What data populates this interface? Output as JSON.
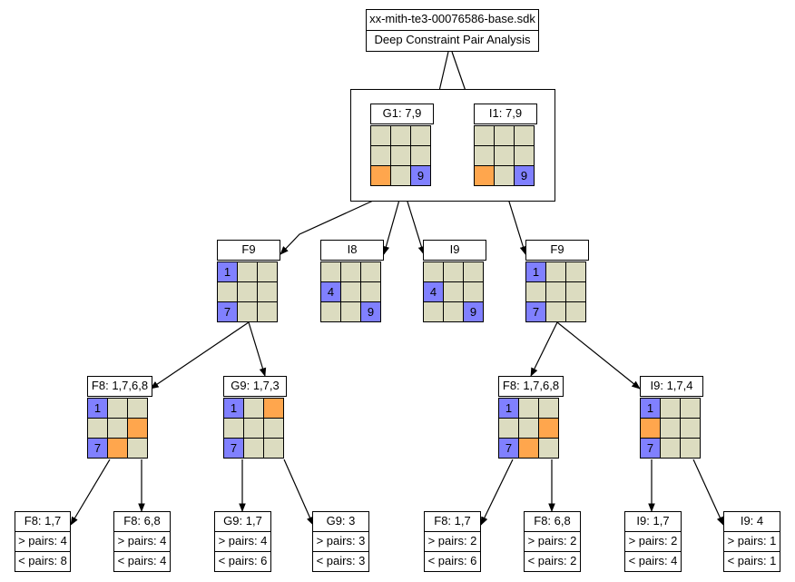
{
  "title": {
    "filename": "xx-mith-te3-00076586-base.sdk",
    "subtitle": "Deep Constraint Pair Analysis"
  },
  "nodes": [
    {
      "id": "g1",
      "label": "G1: 7,9",
      "cells": [
        [
          "",
          "",
          ""
        ],
        [
          "",
          "",
          ""
        ],
        [
          {
            "c": "orange"
          },
          "",
          {
            "c": "blue",
            "v": "9"
          }
        ]
      ]
    },
    {
      "id": "i1",
      "label": "I1: 7,9",
      "cells": [
        [
          "",
          "",
          ""
        ],
        [
          "",
          "",
          ""
        ],
        [
          {
            "c": "orange"
          },
          "",
          {
            "c": "blue",
            "v": "9"
          }
        ]
      ]
    },
    {
      "id": "f9a",
      "label": "F9",
      "cells": [
        [
          {
            "c": "blue",
            "v": "1"
          },
          "",
          ""
        ],
        [
          "",
          "",
          ""
        ],
        [
          {
            "c": "blue",
            "v": "7"
          },
          "",
          ""
        ]
      ]
    },
    {
      "id": "i8",
      "label": "I8",
      "cells": [
        [
          "",
          "",
          ""
        ],
        [
          {
            "c": "blue",
            "v": "4"
          },
          "",
          ""
        ],
        [
          "",
          "",
          {
            "c": "blue",
            "v": "9"
          }
        ]
      ]
    },
    {
      "id": "i9",
      "label": "I9",
      "cells": [
        [
          "",
          "",
          ""
        ],
        [
          {
            "c": "blue",
            "v": "4"
          },
          "",
          ""
        ],
        [
          "",
          "",
          {
            "c": "blue",
            "v": "9"
          }
        ]
      ]
    },
    {
      "id": "f9b",
      "label": "F9",
      "cells": [
        [
          {
            "c": "blue",
            "v": "1"
          },
          "",
          ""
        ],
        [
          "",
          "",
          ""
        ],
        [
          {
            "c": "blue",
            "v": "7"
          },
          "",
          ""
        ]
      ]
    },
    {
      "id": "f8a",
      "label": "F8: 1,7,6,8",
      "cells": [
        [
          {
            "c": "blue",
            "v": "1"
          },
          "",
          ""
        ],
        [
          "",
          "",
          {
            "c": "orange"
          }
        ],
        [
          {
            "c": "blue",
            "v": "7"
          },
          {
            "c": "orange"
          },
          ""
        ]
      ]
    },
    {
      "id": "g9",
      "label": "G9: 1,7,3",
      "cells": [
        [
          {
            "c": "blue",
            "v": "1"
          },
          "",
          {
            "c": "orange"
          }
        ],
        [
          "",
          "",
          ""
        ],
        [
          {
            "c": "blue",
            "v": "7"
          },
          "",
          ""
        ]
      ]
    },
    {
      "id": "f8b",
      "label": "F8: 1,7,6,8",
      "cells": [
        [
          {
            "c": "blue",
            "v": "1"
          },
          "",
          ""
        ],
        [
          "",
          "",
          {
            "c": "orange"
          }
        ],
        [
          {
            "c": "blue",
            "v": "7"
          },
          {
            "c": "orange"
          },
          ""
        ]
      ]
    },
    {
      "id": "i9b",
      "label": "I9: 1,7,4",
      "cells": [
        [
          {
            "c": "blue",
            "v": "1"
          },
          "",
          ""
        ],
        [
          {
            "c": "orange"
          },
          "",
          ""
        ],
        [
          {
            "c": "blue",
            "v": "7"
          },
          "",
          ""
        ]
      ]
    }
  ],
  "leaves": [
    {
      "id": "l1",
      "label": "F8: 1,7",
      "gt": "> pairs: 4",
      "lt": "< pairs: 8"
    },
    {
      "id": "l2",
      "label": "F8: 6,8",
      "gt": "> pairs: 4",
      "lt": "< pairs: 4"
    },
    {
      "id": "l3",
      "label": "G9: 1,7",
      "gt": "> pairs: 4",
      "lt": "< pairs: 6"
    },
    {
      "id": "l4",
      "label": "G9: 3",
      "gt": "> pairs: 3",
      "lt": "< pairs: 3"
    },
    {
      "id": "l5",
      "label": "F8: 1,7",
      "gt": "> pairs: 2",
      "lt": "< pairs: 6"
    },
    {
      "id": "l6",
      "label": "F8: 6,8",
      "gt": "> pairs: 2",
      "lt": "< pairs: 2"
    },
    {
      "id": "l7",
      "label": "I9: 1,7",
      "gt": "> pairs: 2",
      "lt": "< pairs: 4"
    },
    {
      "id": "l8",
      "label": "I9: 4",
      "gt": "> pairs: 1",
      "lt": "< pairs: 1"
    }
  ],
  "colors": {
    "cell": "#dcdcc0",
    "blue": "#8080ff",
    "orange": "#ffa64d",
    "line": "#000000"
  }
}
